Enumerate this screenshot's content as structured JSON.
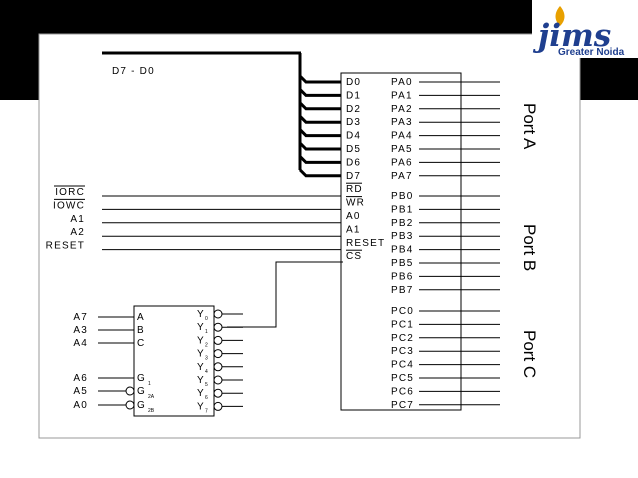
{
  "logo": {
    "name": "jims",
    "location": "Greater Noida"
  },
  "data_bus_label": "D7 - D0",
  "control_labels": [
    "IORC",
    "IOWC",
    "A1",
    "A2",
    "RESET"
  ],
  "decoder_input_labels": [
    "A7",
    "A3",
    "A4",
    "A6",
    "A5",
    "A0"
  ],
  "chip_left_pins": [
    "D0",
    "D1",
    "D2",
    "D3",
    "D4",
    "D5",
    "D6",
    "D7",
    "RD",
    "WR",
    "A0",
    "A1",
    "RESET",
    "CS"
  ],
  "chip_right_pins": [
    "PA0",
    "PA1",
    "PA2",
    "PA3",
    "PA4",
    "PA5",
    "PA6",
    "PA7",
    "PB0",
    "PB1",
    "PB2",
    "PB3",
    "PB4",
    "PB5",
    "PB6",
    "PB7",
    "PC0",
    "PC1",
    "PC2",
    "PC3",
    "PC4",
    "PC5",
    "PC6",
    "PC7"
  ],
  "decoder_left_pins": [
    "A",
    "B",
    "C",
    "G",
    "G",
    "G"
  ],
  "decoder_enable_subscripts": [
    "1",
    "2A",
    "2B"
  ],
  "decoder_outputs": [
    "Y",
    "Y",
    "Y",
    "Y",
    "Y",
    "Y",
    "Y",
    "Y"
  ],
  "decoder_output_subscripts": [
    "0",
    "1",
    "2",
    "3",
    "4",
    "5",
    "6",
    "7"
  ],
  "port_labels": [
    "Port A",
    "Port B",
    "Port C"
  ]
}
